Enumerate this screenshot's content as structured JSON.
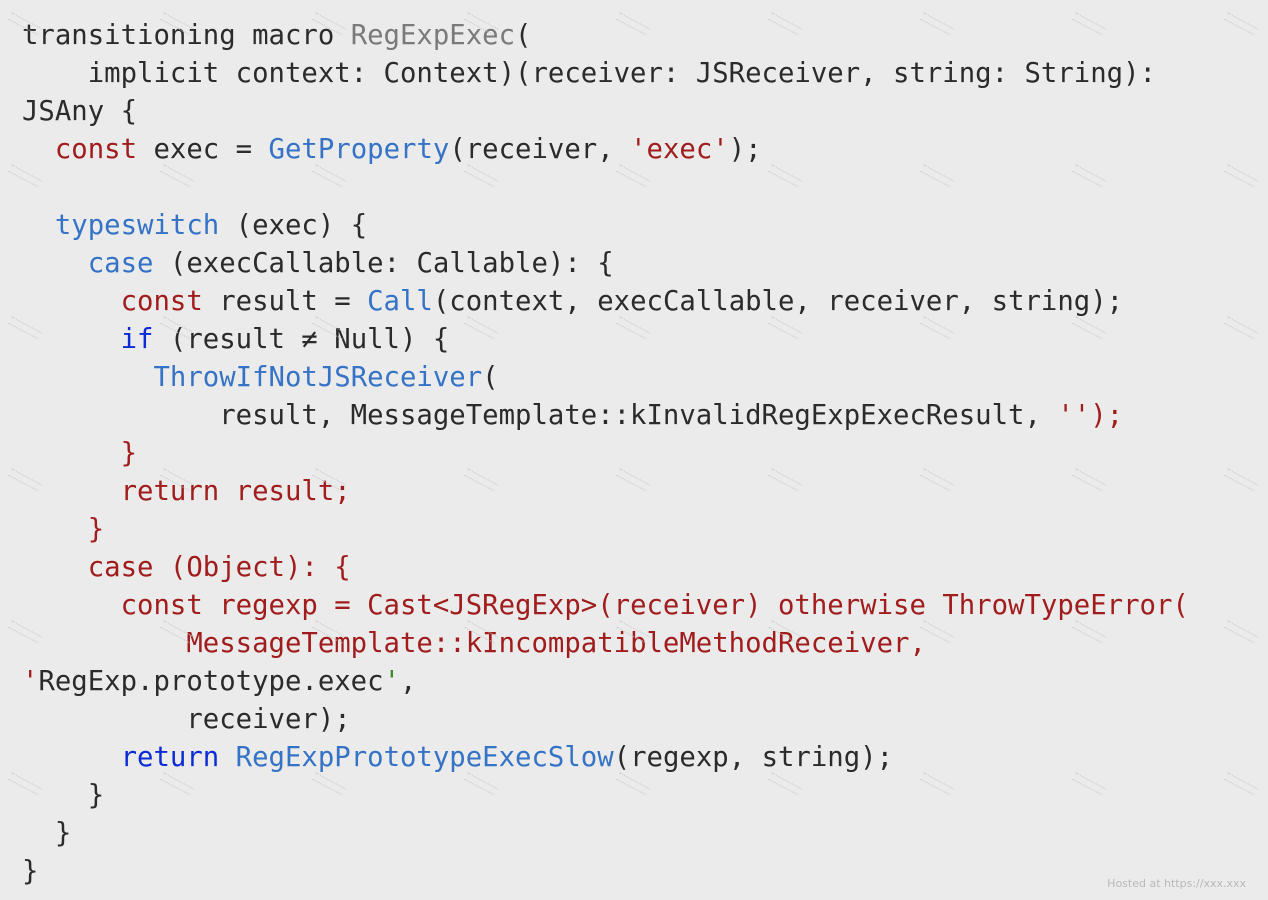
{
  "code": {
    "lines": [
      {
        "tokens": [
          {
            "text": "transitioning macro ",
            "style": "plain"
          },
          {
            "text": "RegExpExec",
            "style": "gray"
          },
          {
            "text": "(",
            "style": "plain"
          }
        ]
      },
      {
        "tokens": [
          {
            "text": "    implicit context: Context)(receiver: JSReceiver, string: String):",
            "style": "plain"
          }
        ]
      },
      {
        "tokens": [
          {
            "text": "JSAny {",
            "style": "plain"
          }
        ]
      },
      {
        "tokens": [
          {
            "text": "  ",
            "style": "plain"
          },
          {
            "text": "const",
            "style": "kw"
          },
          {
            "text": " exec = ",
            "style": "plain"
          },
          {
            "text": "GetProperty",
            "style": "blue"
          },
          {
            "text": "(receiver, ",
            "style": "plain"
          },
          {
            "text": "'exec'",
            "style": "str"
          },
          {
            "text": ");",
            "style": "plain"
          }
        ]
      },
      {
        "tokens": []
      },
      {
        "tokens": [
          {
            "text": "  ",
            "style": "plain"
          },
          {
            "text": "typeswitch",
            "style": "blue"
          },
          {
            "text": " (exec) {",
            "style": "plain"
          }
        ]
      },
      {
        "tokens": [
          {
            "text": "    ",
            "style": "plain"
          },
          {
            "text": "case",
            "style": "blue"
          },
          {
            "text": " (execCallable: Callable): {",
            "style": "plain"
          }
        ]
      },
      {
        "tokens": [
          {
            "text": "      ",
            "style": "plain"
          },
          {
            "text": "const",
            "style": "kw"
          },
          {
            "text": " result = ",
            "style": "plain"
          },
          {
            "text": "Call",
            "style": "blue"
          },
          {
            "text": "(context, execCallable, receiver, string);",
            "style": "plain"
          }
        ]
      },
      {
        "tokens": [
          {
            "text": "      ",
            "style": "plain"
          },
          {
            "text": "if",
            "style": "kwb"
          },
          {
            "text": " (result ≠ Null) {",
            "style": "plain"
          }
        ]
      },
      {
        "tokens": [
          {
            "text": "        ",
            "style": "plain"
          },
          {
            "text": "ThrowIfNotJSReceiver",
            "style": "blue"
          },
          {
            "text": "(",
            "style": "plain"
          }
        ]
      },
      {
        "tokens": [
          {
            "text": "            result, MessageTemplate::kInvalidRegExpExecResult, ",
            "style": "plain"
          },
          {
            "text": "''",
            "style": "str"
          },
          {
            "text": ");",
            "style": "str"
          }
        ]
      },
      {
        "tokens": [
          {
            "text": "      ",
            "style": "plain"
          },
          {
            "text": "}",
            "style": "kw"
          }
        ]
      },
      {
        "tokens": [
          {
            "text": "      ",
            "style": "plain"
          },
          {
            "text": "return result;",
            "style": "kw"
          }
        ]
      },
      {
        "tokens": [
          {
            "text": "    ",
            "style": "plain"
          },
          {
            "text": "}",
            "style": "kw"
          }
        ]
      },
      {
        "tokens": [
          {
            "text": "    ",
            "style": "plain"
          },
          {
            "text": "case (Object): {",
            "style": "kw"
          }
        ]
      },
      {
        "tokens": [
          {
            "text": "      ",
            "style": "plain"
          },
          {
            "text": "const regexp = Cast<JSRegExp>(receiver) otherwise ThrowTypeError(",
            "style": "kw"
          }
        ]
      },
      {
        "tokens": [
          {
            "text": "          ",
            "style": "plain"
          },
          {
            "text": "MessageTemplate::kIncompatibleMethodReceiver,",
            "style": "kw"
          }
        ]
      },
      {
        "tokens": [
          {
            "text": "'",
            "style": "str"
          },
          {
            "text": "RegExp.prototype.exec",
            "style": "plain"
          },
          {
            "text": "'",
            "style": "grn"
          },
          {
            "text": ",",
            "style": "plain"
          }
        ]
      },
      {
        "tokens": [
          {
            "text": "          receiver);",
            "style": "plain"
          }
        ]
      },
      {
        "tokens": [
          {
            "text": "      ",
            "style": "plain"
          },
          {
            "text": "return",
            "style": "kwb"
          },
          {
            "text": " ",
            "style": "plain"
          },
          {
            "text": "RegExpPrototypeExecSlow",
            "style": "blue"
          },
          {
            "text": "(regexp, string);",
            "style": "plain"
          }
        ]
      },
      {
        "tokens": [
          {
            "text": "    }",
            "style": "plain"
          }
        ]
      },
      {
        "tokens": [
          {
            "text": "  }",
            "style": "plain"
          }
        ]
      },
      {
        "tokens": [
          {
            "text": "}",
            "style": "plain"
          }
        ]
      }
    ]
  },
  "footer": {
    "hosted_text": "Hosted at https://xxx.xxx"
  },
  "colors": {
    "background": "#ebebeb",
    "text": "#2b2b2b",
    "keyword_red": "#a11d1d",
    "keyword_blue": "#0b2bd6",
    "function_blue": "#3573c6"
  }
}
